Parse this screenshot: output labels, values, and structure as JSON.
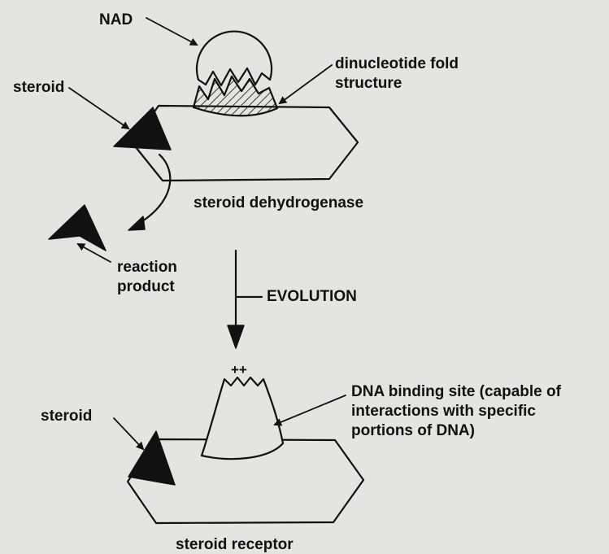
{
  "labels": {
    "nad": "NAD",
    "dinucleotide_fold": [
      "dinucleotide fold",
      "structure"
    ],
    "steroid_top": "steroid",
    "steroid_dehydrogenase": "steroid dehydrogenase",
    "reaction_product": [
      "reaction",
      "product"
    ],
    "evolution": "EVOLUTION",
    "dna_binding_site": [
      "DNA binding site (capable of",
      "interactions with specific",
      "portions of DNA)"
    ],
    "charge": "++",
    "steroid_bottom": "steroid",
    "steroid_receptor": "steroid receptor"
  }
}
